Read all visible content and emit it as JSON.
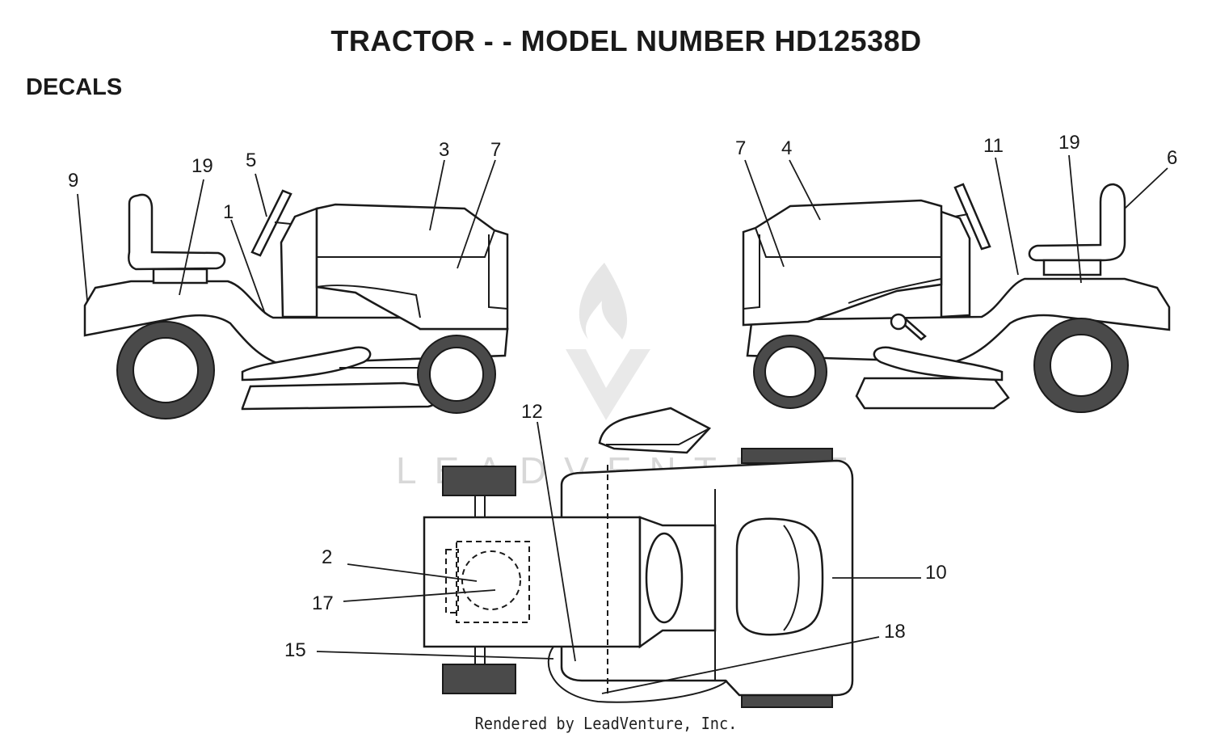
{
  "header": {
    "title": "TRACTOR - - MODEL NUMBER HD12538D",
    "section": "DECALS"
  },
  "watermark": {
    "text": "LEADVENTURE"
  },
  "footer": {
    "credit": "Rendered by LeadVenture, Inc."
  },
  "callouts": {
    "left_view": {
      "c9": "9",
      "c19": "19",
      "c5": "5",
      "c1": "1",
      "c3": "3",
      "c7": "7"
    },
    "right_view": {
      "c7": "7",
      "c4": "4",
      "c11": "11",
      "c19": "19",
      "c6": "6"
    },
    "top_view": {
      "c12": "12",
      "c2": "2",
      "c17": "17",
      "c15": "15",
      "c10": "10",
      "c18": "18"
    }
  }
}
